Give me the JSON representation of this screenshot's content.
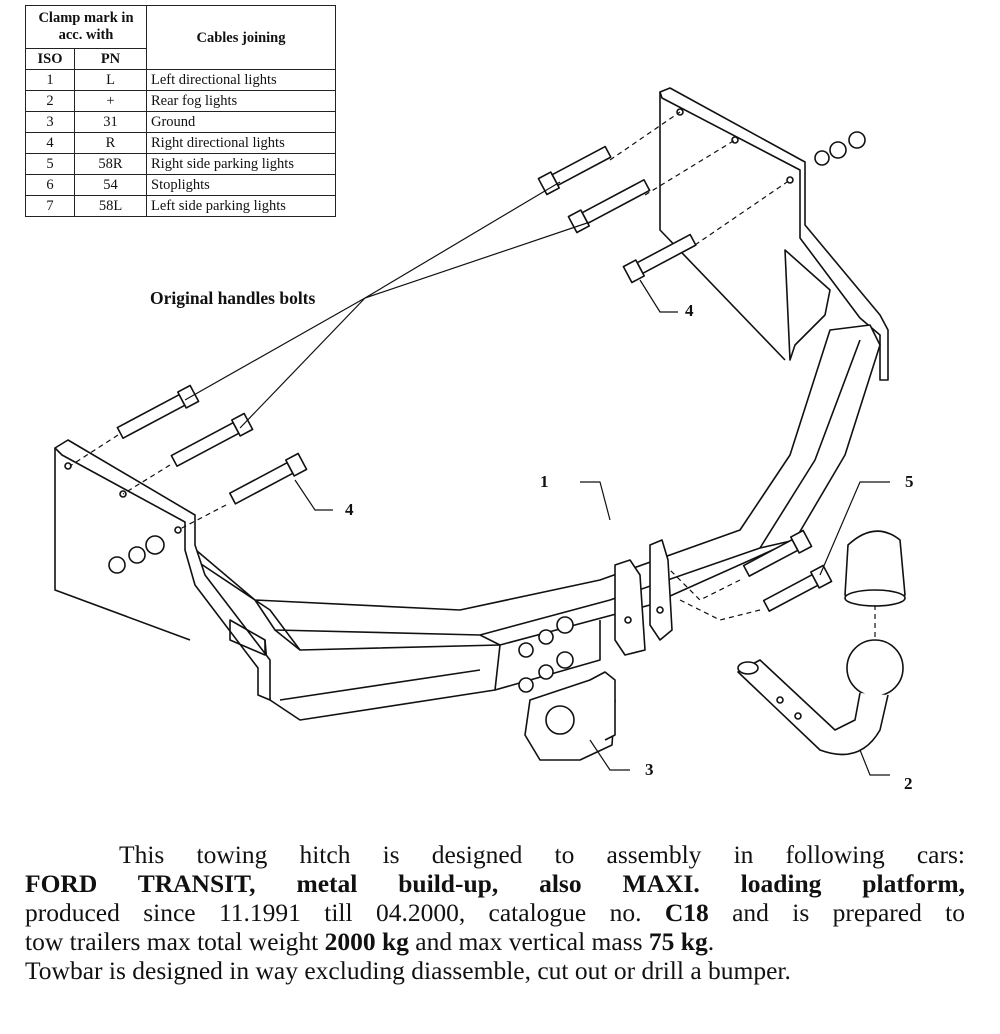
{
  "table": {
    "header_clamp": "Clamp mark in acc. with",
    "header_cables": "Cables joining",
    "header_iso": "ISO",
    "header_pn": "PN",
    "rows": [
      {
        "iso": "1",
        "pn": "L",
        "cable": "Left directional lights"
      },
      {
        "iso": "2",
        "pn": "+",
        "cable": "Rear fog lights"
      },
      {
        "iso": "3",
        "pn": "31",
        "cable": "Ground"
      },
      {
        "iso": "4",
        "pn": "R",
        "cable": "Right directional lights"
      },
      {
        "iso": "5",
        "pn": "58R",
        "cable": "Right side parking lights"
      },
      {
        "iso": "6",
        "pn": "54",
        "cable": "Stoplights"
      },
      {
        "iso": "7",
        "pn": "58L",
        "cable": "Left side parking lights"
      }
    ]
  },
  "labels": {
    "original_bolts": "Original handles bolts",
    "part1": "1",
    "part2": "2",
    "part3": "3",
    "part4_left": "4",
    "part4_right": "4",
    "part5": "5"
  },
  "description": {
    "l1": "This towing hitch is designed to assembly in following cars:",
    "l2": "FORD TRANSIT, metal build-up, also MAXI. loading platform,",
    "l3a": "produced since 11.1991 till 04.2000, catalogue no.",
    "l3b": "C18",
    "l3c": "and is prepared to",
    "l4a": "tow trailers max total weight",
    "l4b": "2000 kg",
    "l4c": "and max vertical mass",
    "l4d": "75 kg",
    "l4e": ".",
    "l5": "Towbar is designed in way excluding diassemble, cut out or drill a bumper."
  }
}
